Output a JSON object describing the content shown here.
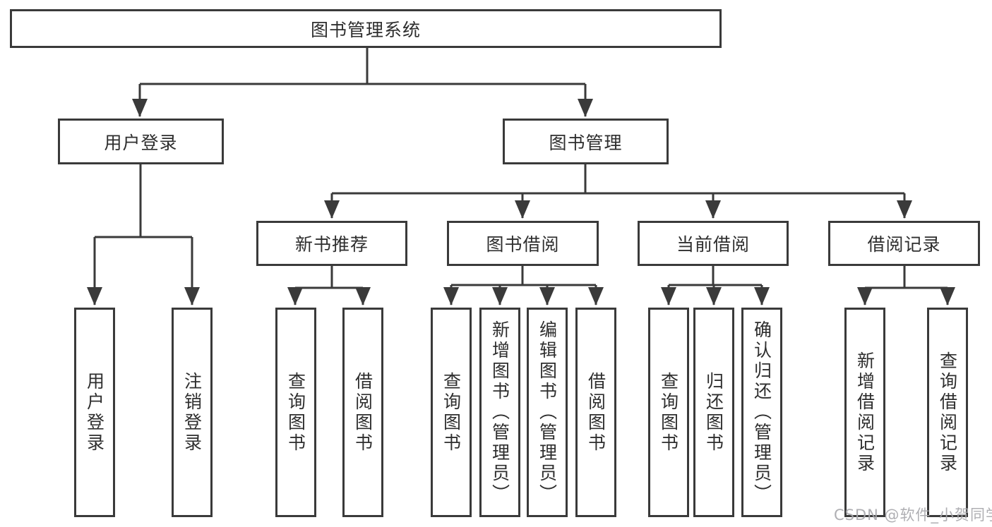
{
  "diagram": {
    "root": "图书管理系统",
    "branches": [
      {
        "label": "用户登录",
        "children": [
          "用户登录",
          "注销登录"
        ]
      },
      {
        "label": "图书管理",
        "children": [
          {
            "label": "新书推荐",
            "children": [
              "查询图书",
              "借阅图书"
            ]
          },
          {
            "label": "图书借阅",
            "children": [
              "查询图书",
              "新增图书（管理员）",
              "编辑图书（管理员）",
              "借阅图书"
            ]
          },
          {
            "label": "当前借阅",
            "children": [
              "查询图书",
              "归还图书",
              "确认归还（管理员）"
            ]
          },
          {
            "label": "借阅记录",
            "children": [
              "新增借阅记录",
              "查询借阅记录"
            ]
          }
        ]
      }
    ]
  },
  "watermark": {
    "text": "CSDN @软件_小贺同学"
  },
  "colors": {
    "line": "#3a3a3a",
    "box_border": "#3a3a3a",
    "text": "#2e2e2e",
    "background": "#ffffff",
    "watermark": "#a8a8ad"
  }
}
